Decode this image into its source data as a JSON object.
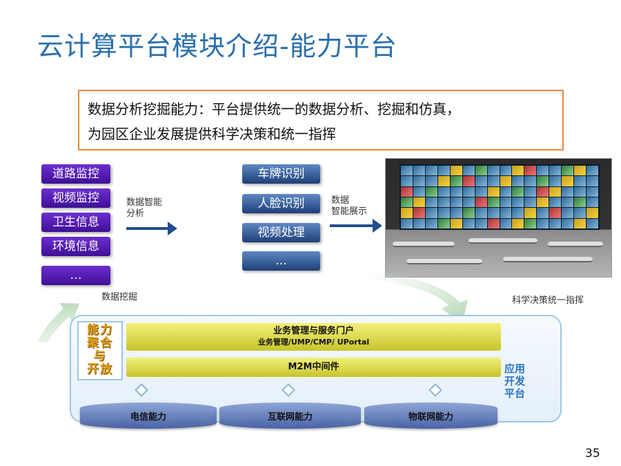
{
  "title": "云计算平台模块介绍-能力平台",
  "callout": {
    "line1": "数据分析挖掘能力：平台提供统一的数据分析、挖掘和仿真，",
    "line2": "为园区企业发展提供科学决策和统一指挥"
  },
  "sources": [
    "道路监控",
    "视频监控",
    "卫生信息",
    "环境信息",
    "…"
  ],
  "analysis_label": [
    "数据智能",
    "分析"
  ],
  "processes": [
    "车牌识别",
    "人脸识别",
    "视频处理",
    "…"
  ],
  "display_label": [
    "数据",
    "智能展示"
  ],
  "mining_label": "数据挖掘",
  "decision_label": "科学决策统一指挥",
  "platform": {
    "ability_chars": [
      "能力",
      "聚合",
      "与",
      "开放"
    ],
    "bar1_line1": "业务管理与服务门户",
    "bar1_line2": "业务管理/UMP/CMP/ UPortal",
    "bar2": "M2M中间件",
    "app_dev": [
      "应用",
      "开发",
      "平台"
    ],
    "capabilities": [
      "电信能力",
      "互联网能力",
      "物联网能力"
    ]
  },
  "page_number": "35"
}
